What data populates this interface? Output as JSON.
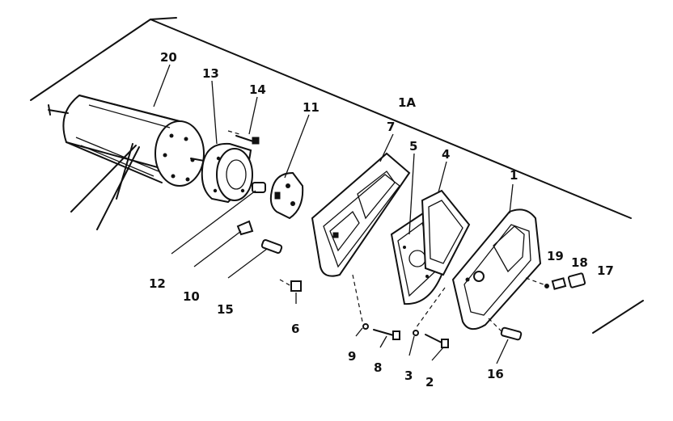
{
  "diagram": {
    "labels": {
      "p20": "20",
      "p13": "13",
      "p14": "14",
      "p11": "11",
      "p1a": "1A",
      "p7": "7",
      "p5": "5",
      "p4": "4",
      "p1": "1",
      "p19": "19",
      "p18": "18",
      "p17": "17",
      "p12": "12",
      "p10": "10",
      "p15": "15",
      "p6": "6",
      "p9": "9",
      "p8": "8",
      "p3": "3",
      "p2": "2",
      "p16": "16"
    }
  }
}
